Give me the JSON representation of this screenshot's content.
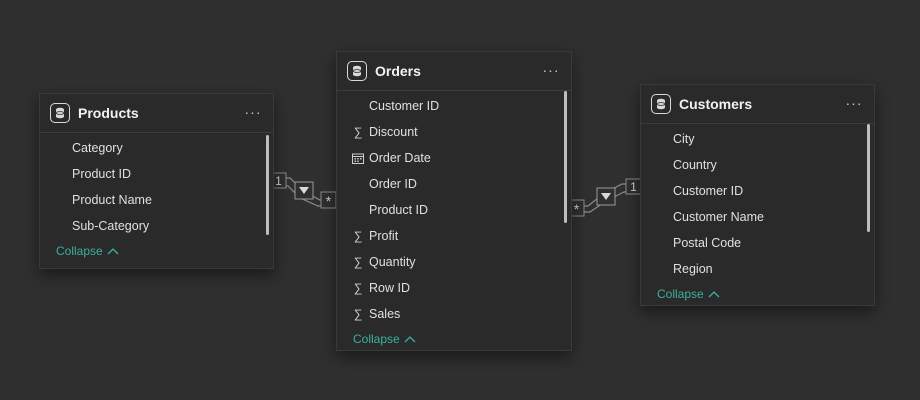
{
  "tables": {
    "products": {
      "title": "Products",
      "more": "···",
      "fields": [
        {
          "name": "Category",
          "icon": ""
        },
        {
          "name": "Product ID",
          "icon": ""
        },
        {
          "name": "Product Name",
          "icon": ""
        },
        {
          "name": "Sub-Category",
          "icon": ""
        }
      ],
      "collapse": "Collapse"
    },
    "orders": {
      "title": "Orders",
      "more": "···",
      "fields": [
        {
          "name": "Customer ID",
          "icon": ""
        },
        {
          "name": "Discount",
          "icon": "sum-icon"
        },
        {
          "name": "Order Date",
          "icon": "calendar-icon"
        },
        {
          "name": "Order ID",
          "icon": ""
        },
        {
          "name": "Product ID",
          "icon": ""
        },
        {
          "name": "Profit",
          "icon": "sum-icon"
        },
        {
          "name": "Quantity",
          "icon": "sum-icon"
        },
        {
          "name": "Row ID",
          "icon": "sum-icon"
        },
        {
          "name": "Sales",
          "icon": "sum-icon"
        }
      ],
      "collapse": "Collapse"
    },
    "customers": {
      "title": "Customers",
      "more": "···",
      "fields": [
        {
          "name": "City",
          "icon": ""
        },
        {
          "name": "Country",
          "icon": ""
        },
        {
          "name": "Customer ID",
          "icon": ""
        },
        {
          "name": "Customer Name",
          "icon": ""
        },
        {
          "name": "Postal Code",
          "icon": ""
        },
        {
          "name": "Region",
          "icon": ""
        }
      ],
      "collapse": "Collapse"
    }
  },
  "relationships": [
    {
      "from": "Products",
      "to": "Orders",
      "from_cardinality": "1",
      "to_cardinality": "*",
      "filter_direction": "single"
    },
    {
      "from": "Customers",
      "to": "Orders",
      "from_cardinality": "1",
      "to_cardinality": "*",
      "filter_direction": "single"
    }
  ],
  "colors": {
    "background": "#2f2f2f",
    "card": "#2a2a2a",
    "accent": "#3bb0a0",
    "line": "#8a8a8a"
  }
}
